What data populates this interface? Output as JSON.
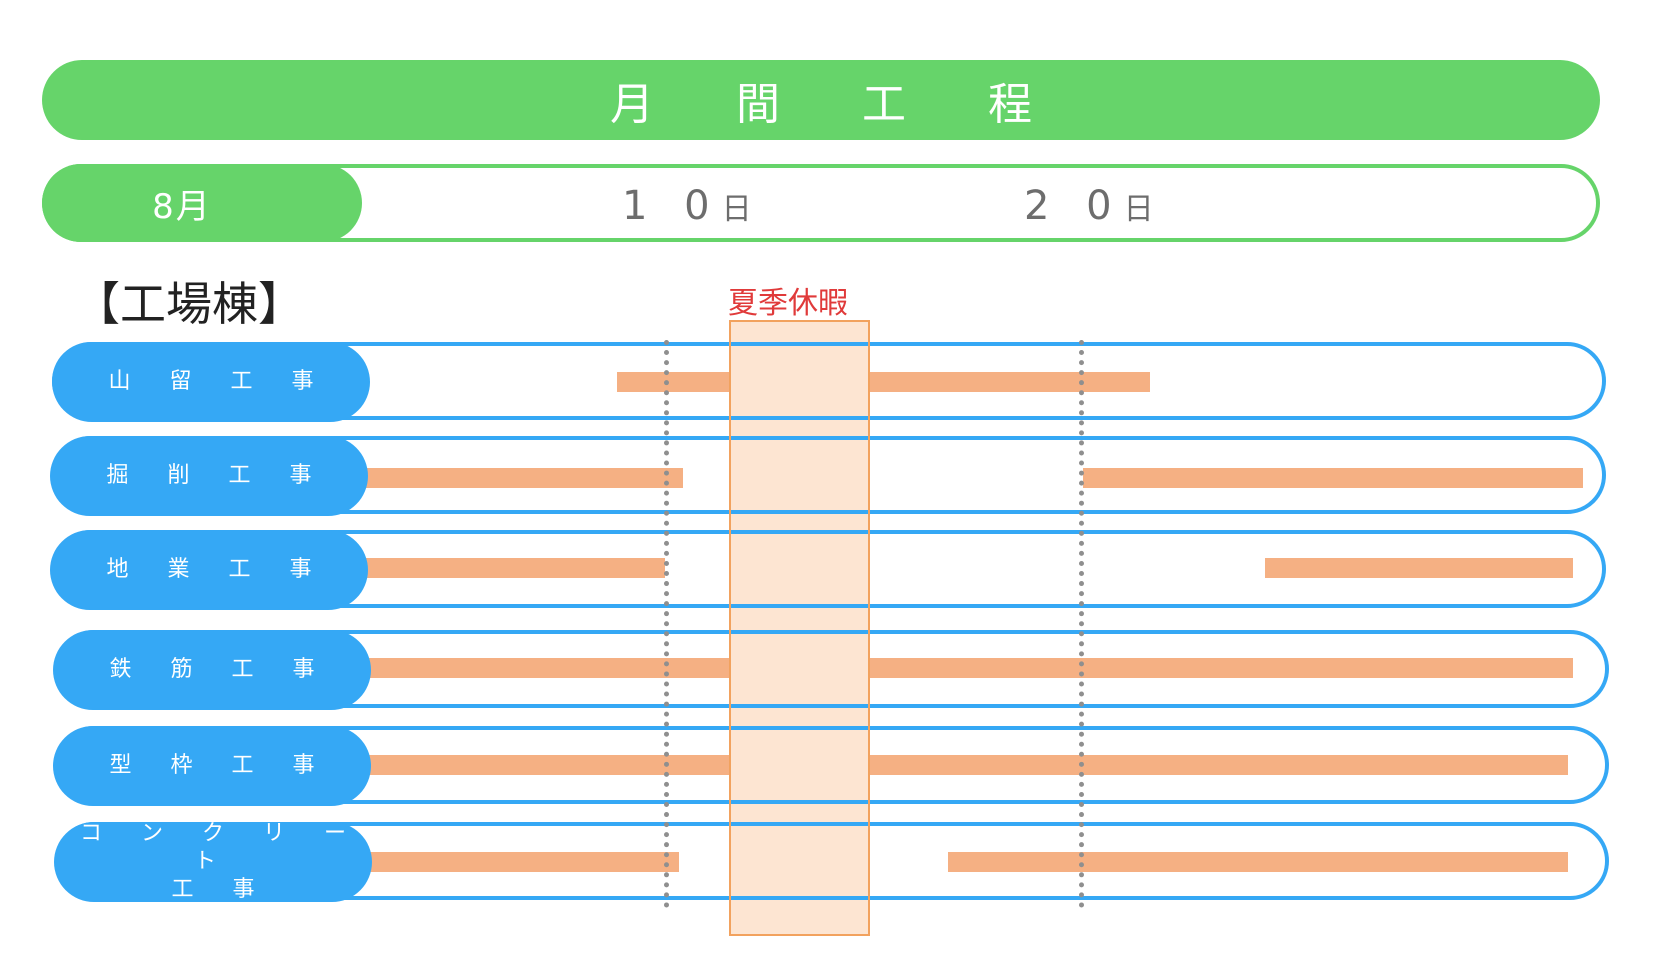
{
  "title": "月 間 工 程",
  "header": {
    "month": "8月",
    "days": [
      {
        "num": "1 0",
        "unit": "日"
      },
      {
        "num": "2 0",
        "unit": "日"
      }
    ]
  },
  "section_title": "【工場棟】",
  "holiday": {
    "label": "夏季休暇"
  },
  "tasks": [
    {
      "label": "山 留 工 事"
    },
    {
      "label": "掘 削 工 事"
    },
    {
      "label": "地 業 工 事"
    },
    {
      "label": "鉄 筋 工 事"
    },
    {
      "label": "型 枠 工 事"
    },
    {
      "label_line1": "コ ン ク リ ー ト",
      "label_line2": "工 事"
    }
  ],
  "colors": {
    "banner_green": "#66d46a",
    "task_blue": "#35a8f5",
    "bar_orange": "#f5b083",
    "holiday_red": "#e03a3a",
    "holiday_fill": "#fde5d2",
    "grid_gray": "#8f8f8f"
  }
}
